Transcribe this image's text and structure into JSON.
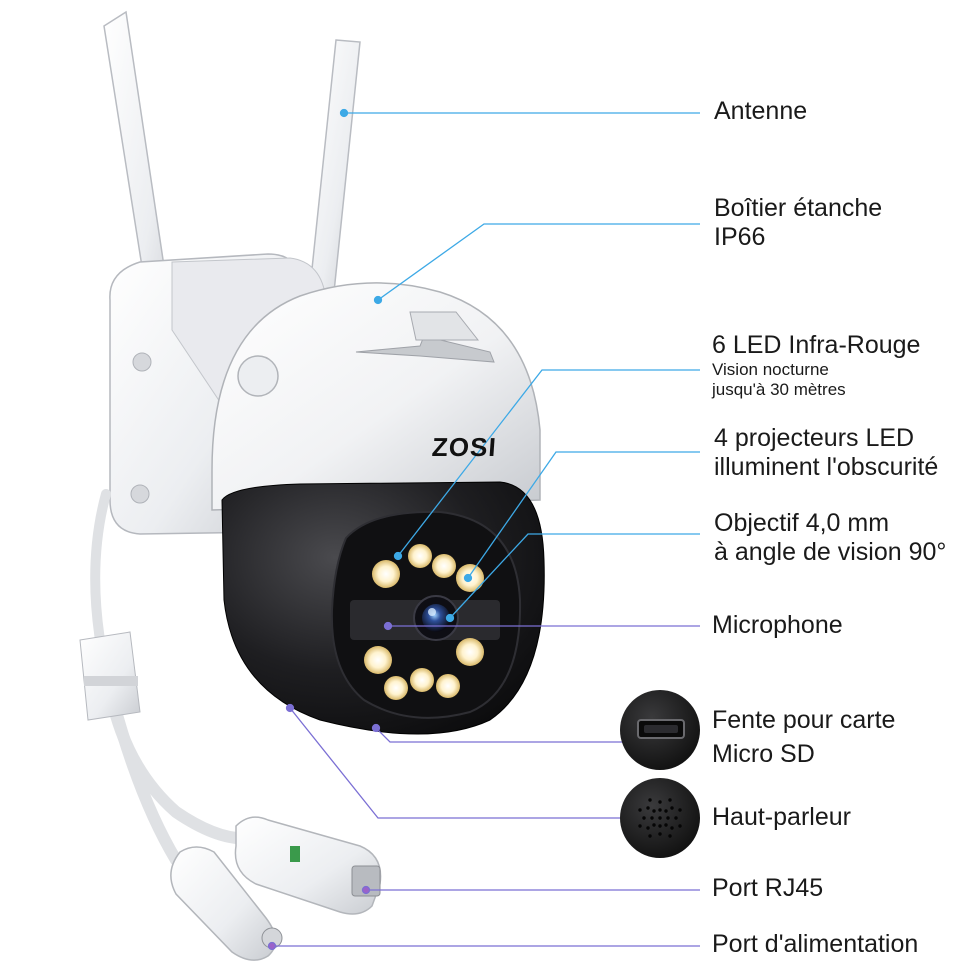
{
  "brand": "ZOSI",
  "labels": {
    "antenna": "Antenne",
    "housing_line1": "Boîtier étanche",
    "housing_line2": "IP66",
    "ir_title": "6 LED Infra-Rouge",
    "ir_sub1": "Vision nocturne",
    "ir_sub2": "jusqu'à 30 mètres",
    "spot_line1": "4 projecteurs LED",
    "spot_line2": "illuminent l'obscurité",
    "lens_line1": "Objectif 4,0 mm",
    "lens_line2": "à angle de vision 90°",
    "microphone": "Microphone",
    "sd_line1": "Fente pour carte",
    "sd_line2": "Micro SD",
    "speaker": "Haut-parleur",
    "rj45": "Port RJ45",
    "power": "Port d'alimentation"
  },
  "colors": {
    "leader_blue": "#3da9e6",
    "leader_purple": "#8a5fd1",
    "camera_white": "#f2f3f5",
    "camera_black": "#1b1b1d",
    "led_warm": "#fff6d8"
  },
  "icons": {
    "sd_slot": "micro-sd-slot-icon",
    "speaker_grille": "speaker-grille-icon"
  }
}
